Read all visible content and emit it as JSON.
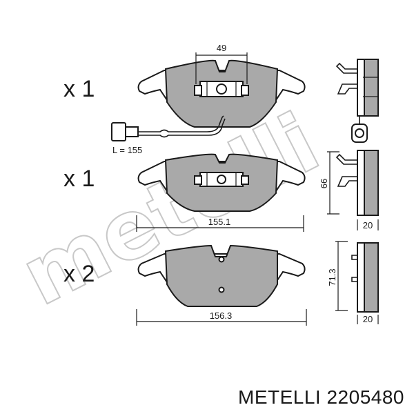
{
  "watermark": "metelli",
  "caption": "METELLI 2205480",
  "pads": [
    {
      "quantity": "x 1",
      "dim_top": "49",
      "sensor_label": "L = 155",
      "dim_side_height": "",
      "dim_width": "",
      "dim_thickness": ""
    },
    {
      "quantity": "x 1",
      "dim_top": "",
      "sensor_label": "",
      "dim_side_height": "66",
      "dim_width": "155.1",
      "dim_thickness": "20"
    },
    {
      "quantity": "x 2",
      "dim_top": "",
      "sensor_label": "",
      "dim_side_height": "71.3",
      "dim_width": "156.3",
      "dim_thickness": "20"
    }
  ],
  "colors": {
    "friction_material": "#a9a9a9",
    "line": "#1a1a1a",
    "watermark_outline": "#c8c8c8"
  }
}
